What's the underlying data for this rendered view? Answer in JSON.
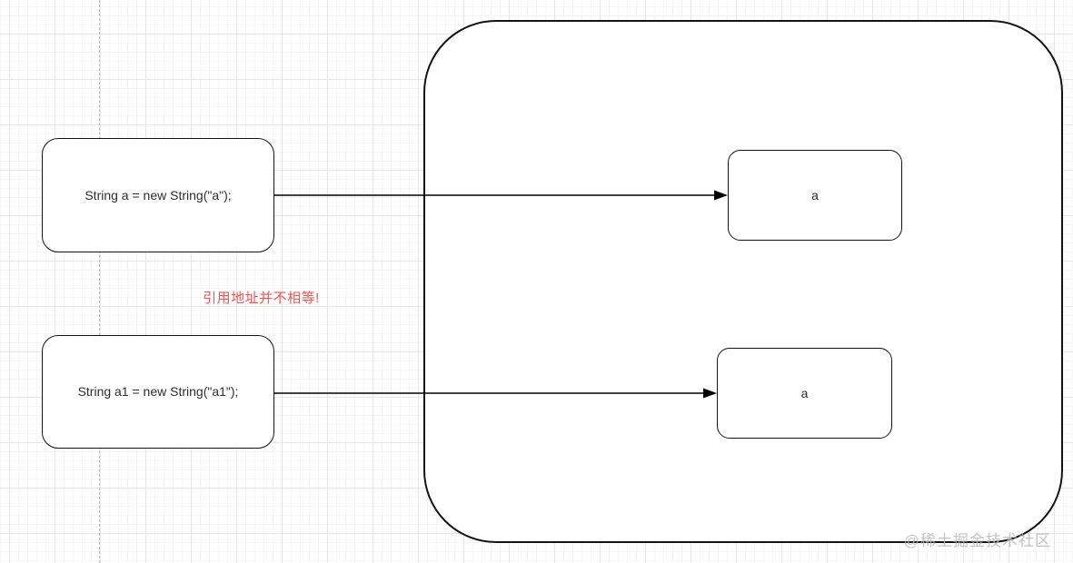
{
  "diagram": {
    "code_boxes": [
      {
        "label": "String a = new String(\"a\");"
      },
      {
        "label": "String a1 = new String(\"a1\");"
      }
    ],
    "heap_boxes": [
      {
        "label": "a"
      },
      {
        "label": "a"
      }
    ],
    "annotation": {
      "text": "引用地址并不相等!",
      "color": "#fa5151"
    },
    "watermark": {
      "text": "@稀土掘金技术社区",
      "color": "#b9b9b9"
    },
    "colors": {
      "shape_stroke": "#141414",
      "arrow_stroke": "#000000",
      "grid_major": "#e7e7e7",
      "grid_minor": "#f6f6f6",
      "page_guide": "#bdbdbd"
    }
  }
}
